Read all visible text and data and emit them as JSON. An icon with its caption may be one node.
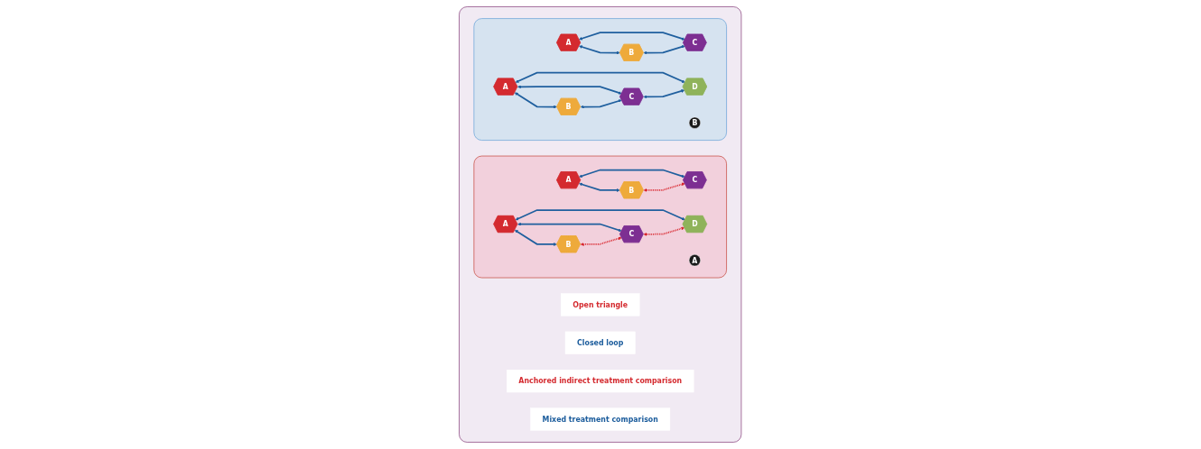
{
  "diagram": {
    "nodes": [
      {
        "text": [],
        "shape": "box"
      },
      {
        "text": [],
        "shape": "box",
        "in": 0
      },
      {
        "text": [
          "A"
        ],
        "in": 1
      },
      {
        "text": [
          "B"
        ],
        "in": 1
      },
      {
        "text": [
          "C"
        ],
        "in": 1
      },
      {
        "text": [
          "A"
        ],
        "in": 1
      },
      {
        "text": [
          "D"
        ],
        "in": 1
      },
      {
        "text": [
          "B"
        ],
        "in": 1
      },
      {
        "text": [
          "C"
        ],
        "in": 1
      },
      {
        "text": [
          "A"
        ],
        "in": 1
      },
      {
        "text": [],
        "shape": "box",
        "in": 0
      },
      {
        "text": [
          "A"
        ],
        "in": 10
      },
      {
        "text": [
          "B"
        ],
        "in": 10
      },
      {
        "text": [
          "C"
        ],
        "in": 10
      },
      {
        "text": [
          "A"
        ],
        "in": 10
      },
      {
        "text": [
          "D"
        ],
        "in": 10
      },
      {
        "text": [
          "B"
        ],
        "in": 10
      },
      {
        "text": [
          "C"
        ],
        "in": 10
      },
      {
        "text": [
          "B"
        ],
        "in": 10
      },
      {
        "text": [
          "Open triangle"
        ],
        "in": 0
      },
      {
        "text": [
          "Closed loop"
        ],
        "in": 0
      },
      {
        "text": [
          "Anchored indirect treatment comparison"
        ],
        "in": 0
      },
      {
        "text": [
          "Mixed treatment comparison"
        ],
        "in": 0
      }
    ],
    "edges": [
      {
        "from": 2,
        "to": 3,
        "arrow": "both"
      },
      {
        "from": 2,
        "to": 4,
        "arrow": "both"
      },
      {
        "from": 3,
        "to": 4,
        "arrow": "both",
        "style": "dashed",
        "color": "#d9262e"
      },
      {
        "from": 5,
        "to": 6,
        "arrow": "both"
      },
      {
        "from": 5,
        "to": 7,
        "arrow": "both"
      },
      {
        "from": 5,
        "to": 8,
        "arrow": "both"
      },
      {
        "from": 7,
        "to": 8,
        "arrow": "both",
        "style": "dashed",
        "color": "#d9262e"
      },
      {
        "from": 8,
        "to": 6,
        "arrow": "both",
        "style": "dashed",
        "color": "#d9262e"
      },
      {
        "from": 11,
        "to": 12,
        "arrow": "both"
      },
      {
        "from": 11,
        "to": 13,
        "arrow": "both"
      },
      {
        "from": 12,
        "to": 13,
        "arrow": "both"
      },
      {
        "from": 14,
        "to": 15,
        "arrow": "both"
      },
      {
        "from": 14,
        "to": 16,
        "arrow": "both"
      },
      {
        "from": 14,
        "to": 17,
        "arrow": "both"
      },
      {
        "from": 16,
        "to": 17,
        "arrow": "both"
      },
      {
        "from": 17,
        "to": 15,
        "arrow": "both"
      }
    ]
  }
}
